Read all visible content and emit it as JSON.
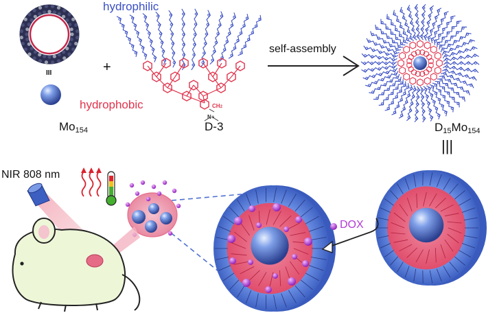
{
  "labels": {
    "hydrophilic": "hydrophilic",
    "hydrophobic": "hydrophobic",
    "d3": "D-3",
    "mo_base": "Mo",
    "mo_sub": "154",
    "d15_base": "D",
    "d15_sub1": "15",
    "d15_mid": "Mo",
    "d15_sub2": "154",
    "plus": "+",
    "roman_three": "III",
    "equiv": "|||",
    "self_assembly": "self-assembly",
    "nir": "NIR 808 nm",
    "dox": "DOX",
    "ch2": "CH",
    "ch2_sub": "2",
    "n_plus": "N+"
  },
  "colors": {
    "hydrophilic": "#3a4fc4",
    "hydrophobic": "#e0334c",
    "dox": "#b23ad6",
    "outer_shell": "#5f86e0",
    "inner_core": "#e86a83",
    "sphere": "#4f74d1"
  }
}
